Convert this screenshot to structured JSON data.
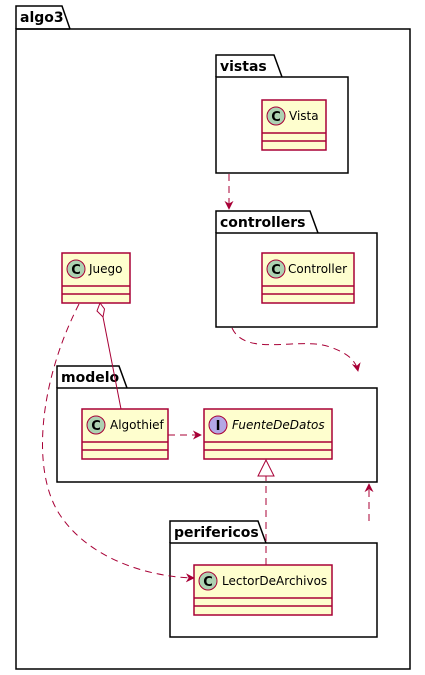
{
  "diagram": {
    "colors": {
      "background": "#ffffff",
      "package_fill": "#ffffff",
      "package_border": "#000000",
      "class_fill": "#fefece",
      "class_border": "#a80036",
      "class_badge": "#add1b2",
      "interface_badge": "#b4a7e5",
      "arrow": "#a80036"
    },
    "packages": {
      "algo3": "algo3",
      "vistas": "vistas",
      "controllers": "controllers",
      "modelo": "modelo",
      "perifericos": "perifericos"
    },
    "classes": {
      "vista": {
        "name": "Vista",
        "kind": "class",
        "badge": "C"
      },
      "controller": {
        "name": "Controller",
        "kind": "class",
        "badge": "C"
      },
      "juego": {
        "name": "Juego",
        "kind": "class",
        "badge": "C"
      },
      "algothief": {
        "name": "Algothief",
        "kind": "class",
        "badge": "C"
      },
      "fuente": {
        "name": "FuenteDeDatos",
        "kind": "interface",
        "badge": "I"
      },
      "lector": {
        "name": "LectorDeArchivos",
        "kind": "class",
        "badge": "C"
      }
    },
    "relations": [
      {
        "from": "vistas",
        "to": "controllers",
        "type": "dependency"
      },
      {
        "from": "controllers",
        "to": "modelo",
        "type": "dependency"
      },
      {
        "from": "juego",
        "to": "algothief",
        "type": "aggregation"
      },
      {
        "from": "juego",
        "to": "lector",
        "type": "dependency"
      },
      {
        "from": "algothief",
        "to": "fuente",
        "type": "dependency"
      },
      {
        "from": "lector",
        "to": "fuente",
        "type": "realization"
      },
      {
        "from": "perifericos",
        "to": "modelo",
        "type": "dependency"
      }
    ]
  }
}
